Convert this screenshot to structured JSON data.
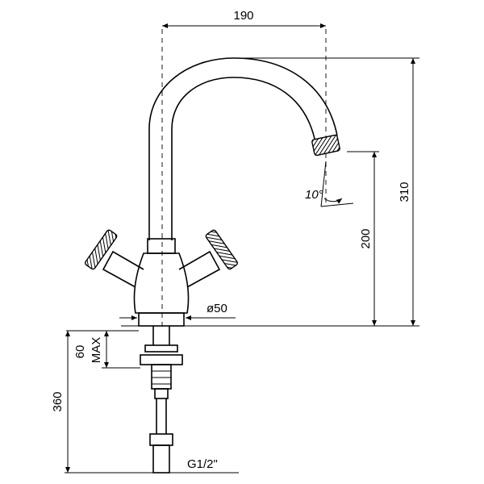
{
  "drawing": {
    "dimensions": {
      "spout_reach": "190",
      "total_height": "310",
      "spout_outlet_height": "200",
      "spout_angle": "10°",
      "base_diameter": "ø50",
      "deck_thickness_value": "60",
      "deck_thickness_suffix": "MAX",
      "flex_hose_length": "360",
      "connection_thread": "G1/2\""
    }
  }
}
